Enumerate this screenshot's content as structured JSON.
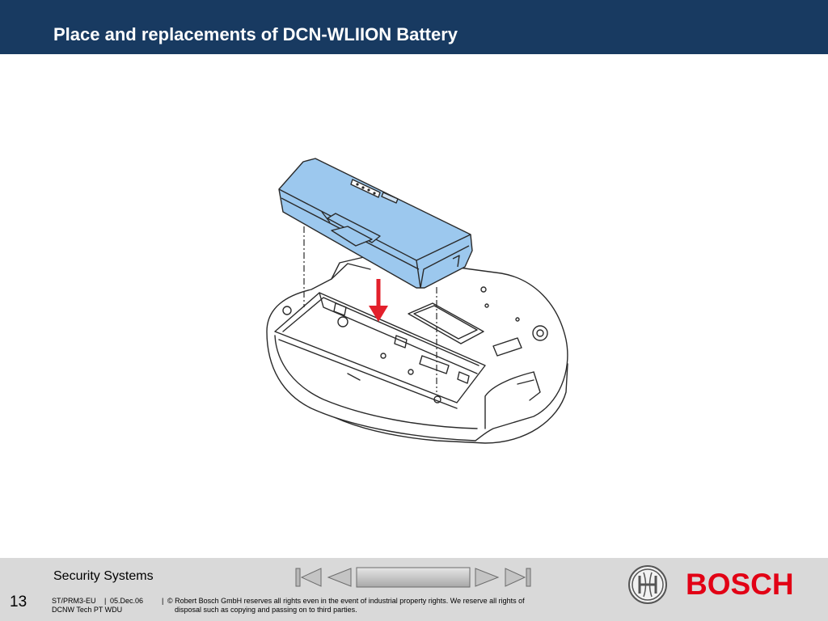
{
  "slide": {
    "title": "Place and replacements of DCN-WLIION Battery",
    "page_number": "13"
  },
  "footer": {
    "division": "Security Systems",
    "dept_code": "ST/PRM3-EU",
    "date": "05.Dec.06",
    "doc_name": "DCNW Tech PT WDU",
    "copyright_line1": "© Robert Bosch GmbH reserves all rights even in the event of industrial property rights. We reserve all rights of",
    "copyright_line2": "disposal such as copying and passing on to third parties.",
    "separator": "|"
  },
  "brand": {
    "name": "BOSCH",
    "color": "#e20015"
  },
  "colors": {
    "header": "#183a61",
    "footer": "#d9d9d9",
    "battery": "#9cc8ee",
    "arrow": "#e3202b"
  },
  "navigation": {
    "first_icon": "skip-to-first-icon",
    "prev_icon": "previous-icon",
    "next_icon": "next-icon",
    "last_icon": "skip-to-last-icon"
  }
}
